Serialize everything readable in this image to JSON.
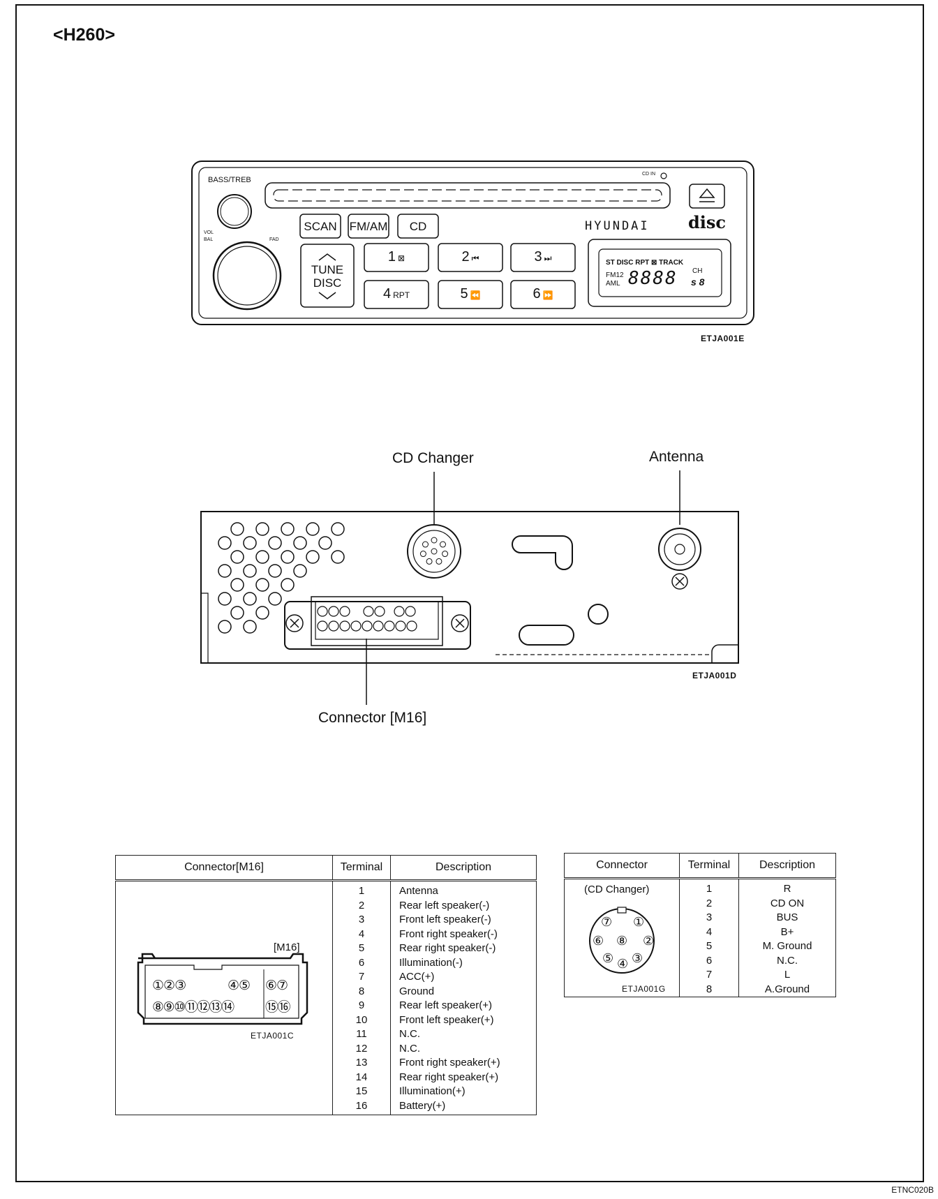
{
  "page_label": "<H260>",
  "footer_code": "ETNC020B",
  "head_unit": {
    "figure_code": "ETJA001E",
    "bass_treb": "BASS/TREB",
    "vol": "VOL",
    "bal": "BAL",
    "fad": "FAD",
    "cd_in": "CD IN",
    "brand": "HYUNDAI",
    "disc_logo": "disc",
    "buttons_top": [
      "SCAN",
      "FM/AM",
      "CD"
    ],
    "tune_line1": "TUNE",
    "tune_line2": "DISC",
    "presets": [
      {
        "num": "1",
        "sub": "⊠"
      },
      {
        "num": "2",
        "sub": "⏮"
      },
      {
        "num": "3",
        "sub": "⏭"
      },
      {
        "num": "4",
        "sub": "RPT"
      },
      {
        "num": "5",
        "sub": "⏪"
      },
      {
        "num": "6",
        "sub": "⏩"
      }
    ],
    "display_top": "ST DISC RPT ⊠ TRACK",
    "display_fm": "FM12",
    "display_am": "AML",
    "display_digits": "8888",
    "display_ch": "CH",
    "display_tail": "s 8"
  },
  "rear_view": {
    "figure_code": "ETJA001D",
    "cd_changer_label": "CD Changer",
    "antenna_label": "Antenna",
    "connector_label": "Connector [M16]"
  },
  "m16_table": {
    "headers": [
      "Connector[M16]",
      "Terminal",
      "Description"
    ],
    "connector_tag": "[M16]",
    "figure_code": "ETJA001C",
    "pin_row1": [
      "①②③",
      "④⑤",
      "⑥⑦"
    ],
    "pin_row2": [
      "⑧⑨⑩⑪⑫⑬⑭",
      "⑮⑯"
    ],
    "rows": [
      {
        "terminal": "1",
        "description": "Antenna"
      },
      {
        "terminal": "2",
        "description": "Rear left speaker(-)"
      },
      {
        "terminal": "3",
        "description": "Front left speaker(-)"
      },
      {
        "terminal": "4",
        "description": "Front right speaker(-)"
      },
      {
        "terminal": "5",
        "description": "Rear right speaker(-)"
      },
      {
        "terminal": "6",
        "description": "Illumination(-)"
      },
      {
        "terminal": "7",
        "description": "ACC(+)"
      },
      {
        "terminal": "8",
        "description": "Ground"
      },
      {
        "terminal": "9",
        "description": "Rear left speaker(+)"
      },
      {
        "terminal": "10",
        "description": "Front left speaker(+)"
      },
      {
        "terminal": "11",
        "description": "N.C."
      },
      {
        "terminal": "12",
        "description": "N.C."
      },
      {
        "terminal": "13",
        "description": "Front right speaker(+)"
      },
      {
        "terminal": "14",
        "description": "Rear right speaker(+)"
      },
      {
        "terminal": "15",
        "description": "Illumination(+)"
      },
      {
        "terminal": "16",
        "description": "Battery(+)"
      }
    ]
  },
  "cd_table": {
    "headers": [
      "Connector",
      "Terminal",
      "Description"
    ],
    "sub_label": "(CD Changer)",
    "figure_code": "ETJA001G",
    "pins": [
      "⑦",
      "①",
      "⑥",
      "⑧",
      "②",
      "⑤",
      "④",
      "③"
    ],
    "rows": [
      {
        "terminal": "1",
        "description": "R"
      },
      {
        "terminal": "2",
        "description": "CD ON"
      },
      {
        "terminal": "3",
        "description": "BUS"
      },
      {
        "terminal": "4",
        "description": "B+"
      },
      {
        "terminal": "5",
        "description": "M. Ground"
      },
      {
        "terminal": "6",
        "description": "N.C."
      },
      {
        "terminal": "7",
        "description": "L"
      },
      {
        "terminal": "8",
        "description": "A.Ground"
      }
    ]
  }
}
